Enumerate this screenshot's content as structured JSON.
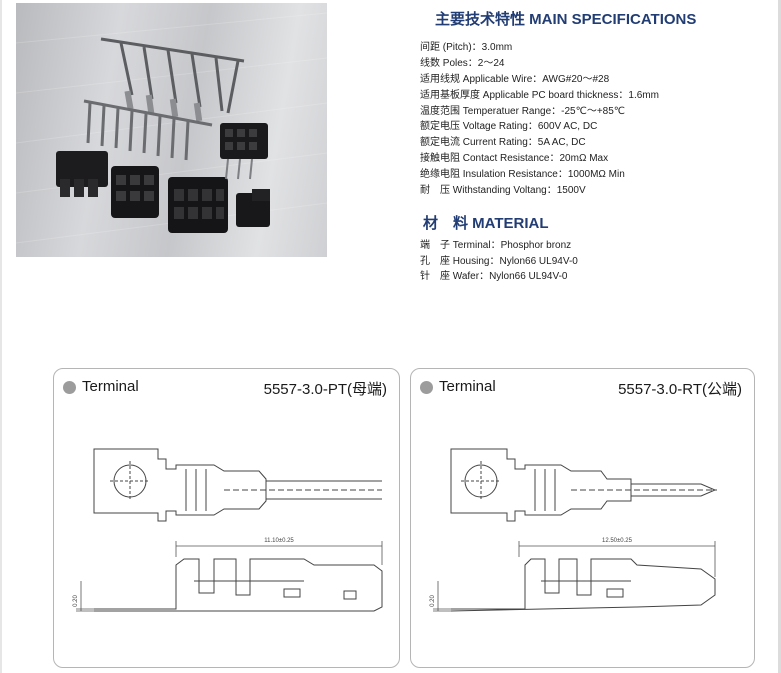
{
  "specs": {
    "title": "主要技术特性 MAIN SPECIFICATIONS",
    "items": [
      "间距 (Pitch)：3.0mm",
      "线数 Poles：2～24",
      "适用线规 Applicable Wire：AWG#20～#28",
      "适用基板厚度 Applicable PC board thickness：1.6mm",
      "温度范围 Temperatuer Range：-25℃～+85℃",
      "额定电压 Voltage Rating：600V AC, DC",
      "额定电流 Current Rating：5A AC, DC",
      "接触电阻 Contact Resistance：20mΩ  Max",
      "绝缘电阻 Insulation Resistance：1000MΩ  Min",
      "耐　压 Withstanding Voltang：1500V"
    ]
  },
  "material": {
    "title": "材　料 MATERIAL",
    "items": [
      "端　子 Terminal：Phosphor bronz",
      "孔　座 Housing：Nylon66  UL94V-0",
      "针　座 Wafer：Nylon66  UL94V-0"
    ]
  },
  "drawings": {
    "left": {
      "label": "Terminal",
      "part": "5557-3.0-PT(母端)",
      "length_dim": "11.10±0.25",
      "thickness_dim": "0.20"
    },
    "right": {
      "label": "Terminal",
      "part": "5557-3.0-RT(公端)",
      "length_dim": "12.50±0.25",
      "thickness_dim": "0.20"
    }
  },
  "colors": {
    "heading": "#223d73",
    "panel_border": "#b5b5b5",
    "dot": "#9c9c9c",
    "line_art": "#444444",
    "dim_line": "#555555"
  }
}
